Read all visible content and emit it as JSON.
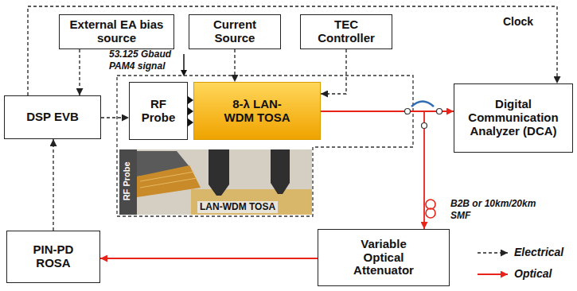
{
  "diagram": {
    "nodes": [
      {
        "text": [
          "External EA bias source"
        ]
      },
      {
        "text": [
          "Current Source"
        ]
      },
      {
        "text": [
          "TEC Controller"
        ]
      },
      {
        "text": [
          "DSP EVB"
        ]
      },
      {
        "text": [
          "RF Probe"
        ]
      },
      {
        "text": [
          "8-λ LAN-WDM TOSA"
        ]
      },
      {
        "text": [
          "Digital Communication Analyzer (DCA)"
        ]
      },
      {
        "text": [
          "PIN-PD ROSA"
        ]
      },
      {
        "text": [
          "Variable Optical Attenuator"
        ]
      }
    ],
    "edges": [
      {
        "from": 0,
        "to": 3,
        "arrow": "to"
      },
      {
        "from": 3,
        "to": 4,
        "arrow": "to"
      },
      {
        "from": 1,
        "to": 5,
        "arrow": "to"
      },
      {
        "from": 2,
        "to": 5,
        "arrow": "to"
      },
      {
        "from": 5,
        "to": 6,
        "arrow": "to"
      },
      {
        "from": 5,
        "to": 8,
        "arrow": "to"
      },
      {
        "from": 8,
        "to": 7,
        "arrow": "to"
      },
      {
        "from": 7,
        "to": 3,
        "arrow": "to"
      },
      {
        "from": 3,
        "to": 6,
        "label": "Clock",
        "arrow": "to"
      }
    ],
    "labels": [
      "53.125 Gbaud PAM4 signal",
      "RF Probe",
      "LAN-WDM TOSA",
      "B2B or 10km/20km SMF"
    ],
    "legend": [
      {
        "text": "Electrical"
      },
      {
        "text": "Optical"
      }
    ]
  }
}
